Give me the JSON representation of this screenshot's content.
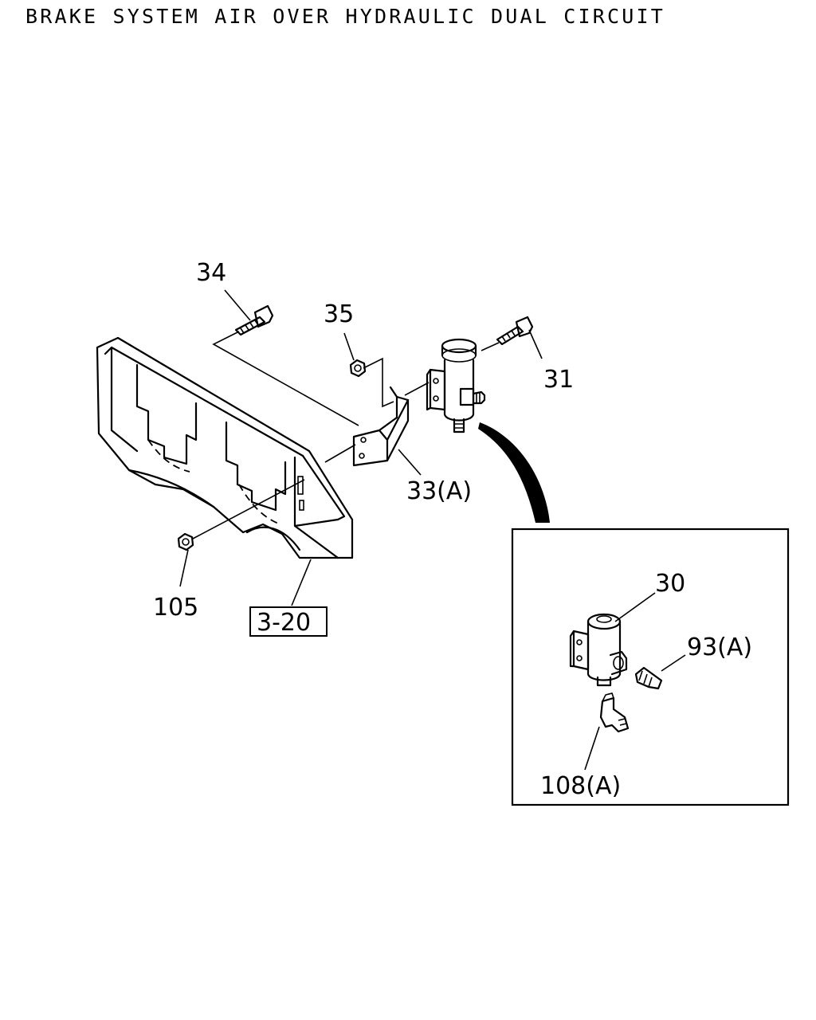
{
  "title": "BRAKE SYSTEM AIR OVER HYDRAULIC DUAL CIRCUIT",
  "callouts": {
    "p34": "34",
    "p35": "35",
    "p31": "31",
    "p33a": "33(A)",
    "p105": "105",
    "ref": "3-20",
    "p30": "30",
    "p93a": "93(A)",
    "p108a": "108(A)"
  }
}
